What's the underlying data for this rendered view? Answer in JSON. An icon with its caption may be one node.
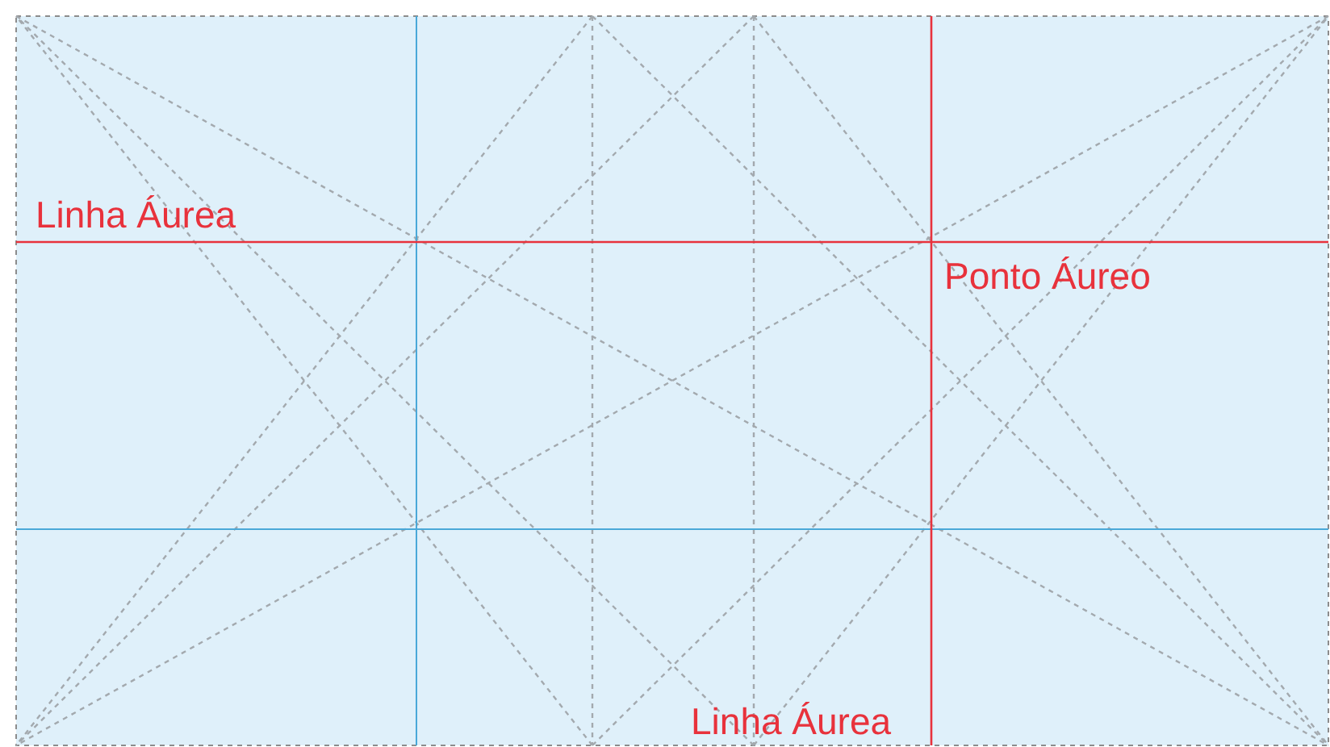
{
  "diagram": {
    "labels": [
      "Linha Áurea",
      "Ponto Áureo",
      "Linha Áurea"
    ]
  }
}
